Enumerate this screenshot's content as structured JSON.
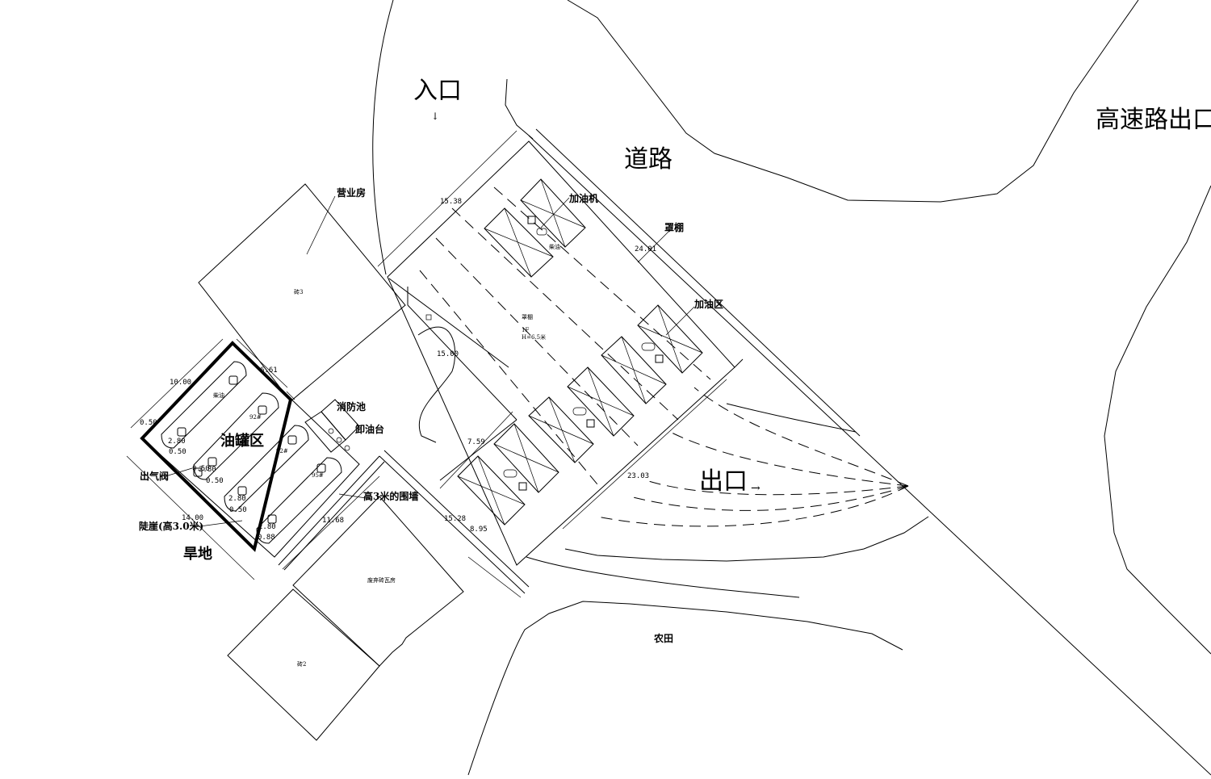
{
  "labels": {
    "entrance": "入口",
    "road": "道路",
    "highway_exit": "高速路出口",
    "exit": "出口",
    "business_house": "营业房",
    "canopy": "罩棚",
    "dispenser": "加油机",
    "fueling_area": "加油区",
    "fire_pool": "消防池",
    "unloading_platform": "卸油台",
    "tank_area": "油罐区",
    "vent_valve": "出气阀",
    "cliff": "陡崖(高3.0米)",
    "dryland": "旱地",
    "wall": "高3米的围墙",
    "farmland": "农田",
    "abandoned_house": "废弃砖瓦房",
    "diesel": "柴油",
    "canopy_center": "罩棚",
    "canopy_floor": "1F",
    "canopy_height": "H=6.5米",
    "building3": "砖3",
    "building2": "砖2",
    "tank_92a": "92#",
    "tank_92b": "92#",
    "tank_95": "95#",
    "island_diesel": "柴油",
    "entrance_arrow": "↓",
    "exit_arrow": "→"
  },
  "dimensions": {
    "d1538": "15.38",
    "d2401": "24.01",
    "d1500": "15.00",
    "d759": "7.59",
    "d2303": "23.03",
    "d1528": "15.28",
    "d895": "8.95",
    "d1168": "11.68",
    "d1000": "10.00",
    "d661": "6.61",
    "d050a": "0.50",
    "d280a": "2.80",
    "d050b": "0.50",
    "d280b": "2.80",
    "d050c": "0.50",
    "d280c": "2.80",
    "d050d": "0.50",
    "d280d": "2.80",
    "d050e": "0.50",
    "d088": "0.88",
    "d1400": "14.00"
  }
}
